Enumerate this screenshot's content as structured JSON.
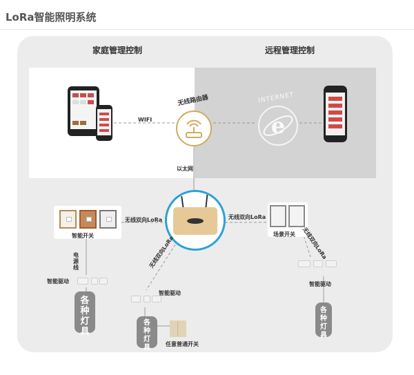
{
  "title": "LoRa智能照明系统",
  "columns": {
    "home": "家庭管理控制",
    "remote": "远程管理控制"
  },
  "labels": {
    "wifi": "WIFI",
    "router": "无线路由器",
    "internet": "INTERNET",
    "ethernet": "以太网",
    "lora_left": "无线双向LoRa",
    "lora_right": "无线双向LoRa",
    "lora_diag_left": "无线双向LoRa",
    "lora_diag_right": "无线双向LoRa",
    "smart_switch": "智能开关",
    "scene_switch": "场景开关",
    "power_line": "电源线",
    "driver_left": "智能驱动",
    "driver_middle": "智能驱动",
    "driver_right": "智能驱动",
    "lamps_left": "各种灯具",
    "lamps_middle": "各种灯具",
    "lamps_right": "各种灯具",
    "ordinary_switch": "任意普通开关"
  },
  "colors": {
    "gateway_ring": "#2aa1d8",
    "router_gold": "#cfab5e",
    "lamp_fill": "#8a8a8a",
    "panel": "#ececec",
    "remote_zone": "#d3d3d3"
  },
  "icons": [
    "tablet-icon",
    "phone-icon",
    "router-icon",
    "internet-explorer-icon",
    "gateway-icon",
    "switch-icon",
    "driver-icon",
    "lamp-icon"
  ]
}
